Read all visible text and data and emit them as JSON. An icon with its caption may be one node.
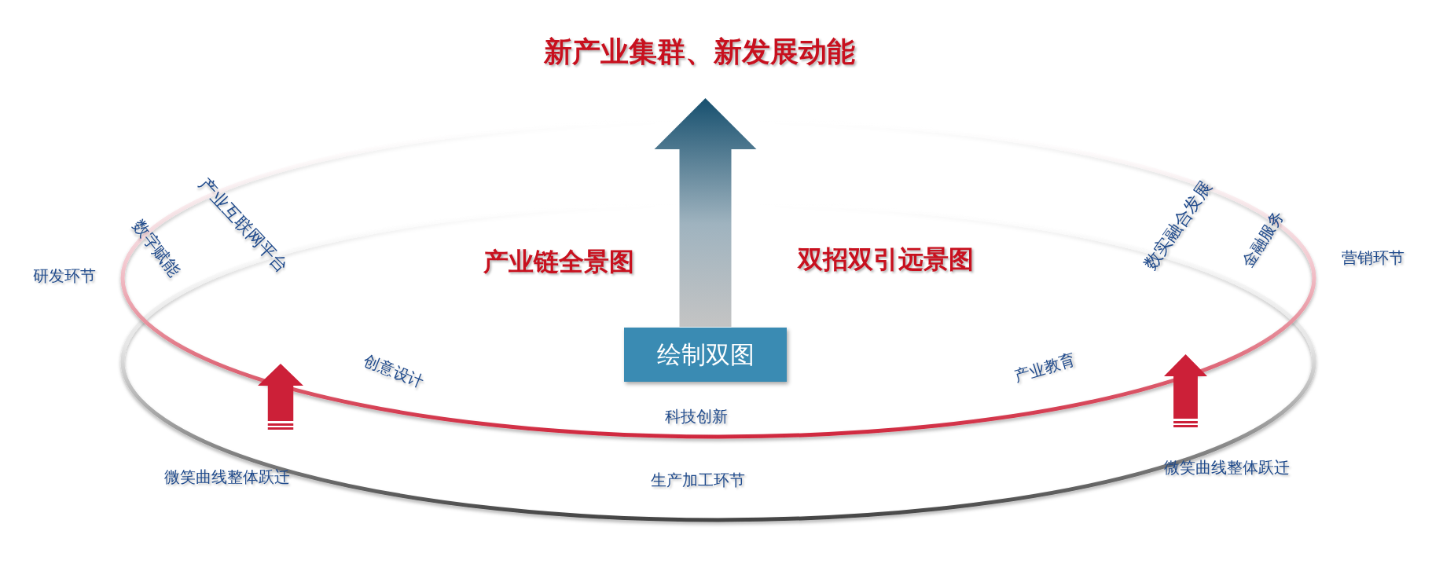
{
  "diagram": {
    "nodes": [
      {
        "text": [
          "新产业集群、新发展动能"
        ]
      },
      {
        "text": [
          "绘制双图"
        ]
      }
    ],
    "edges": [
      {
        "from": 1,
        "to": 0,
        "arrow": "to"
      }
    ],
    "labels": [
      "产业互联网平台",
      "数字赋能",
      "研发环节",
      "产业链全景图",
      "双招双引远景图",
      "数实融合发展",
      "金融服务",
      "营销环节",
      "创意设计",
      "产业教育",
      "科技创新",
      "微笑曲线整体跃迁",
      "生产加工环节",
      "微笑曲线整体跃迁"
    ]
  }
}
